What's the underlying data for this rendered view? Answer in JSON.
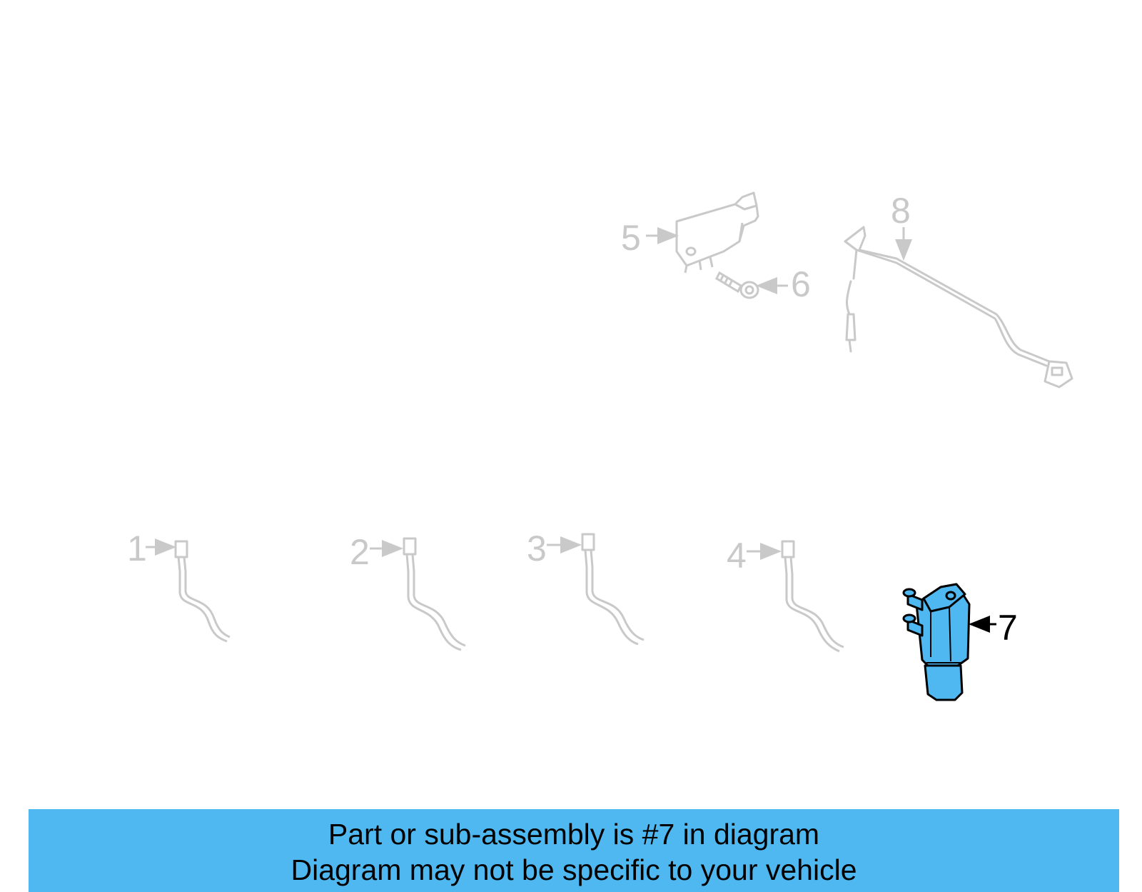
{
  "diagram": {
    "callouts": [
      {
        "number": "1",
        "highlighted": false
      },
      {
        "number": "2",
        "highlighted": false
      },
      {
        "number": "3",
        "highlighted": false
      },
      {
        "number": "4",
        "highlighted": false
      },
      {
        "number": "5",
        "highlighted": false
      },
      {
        "number": "6",
        "highlighted": false
      },
      {
        "number": "7",
        "highlighted": true
      },
      {
        "number": "8",
        "highlighted": false
      }
    ],
    "highlight_color": "#4fb8f0",
    "muted_color": "#c9c9c9"
  },
  "banner": {
    "line1": "Part or sub-assembly is #7 in diagram",
    "line2": "Diagram may not be specific to your vehicle",
    "background": "#4fb8f0"
  }
}
